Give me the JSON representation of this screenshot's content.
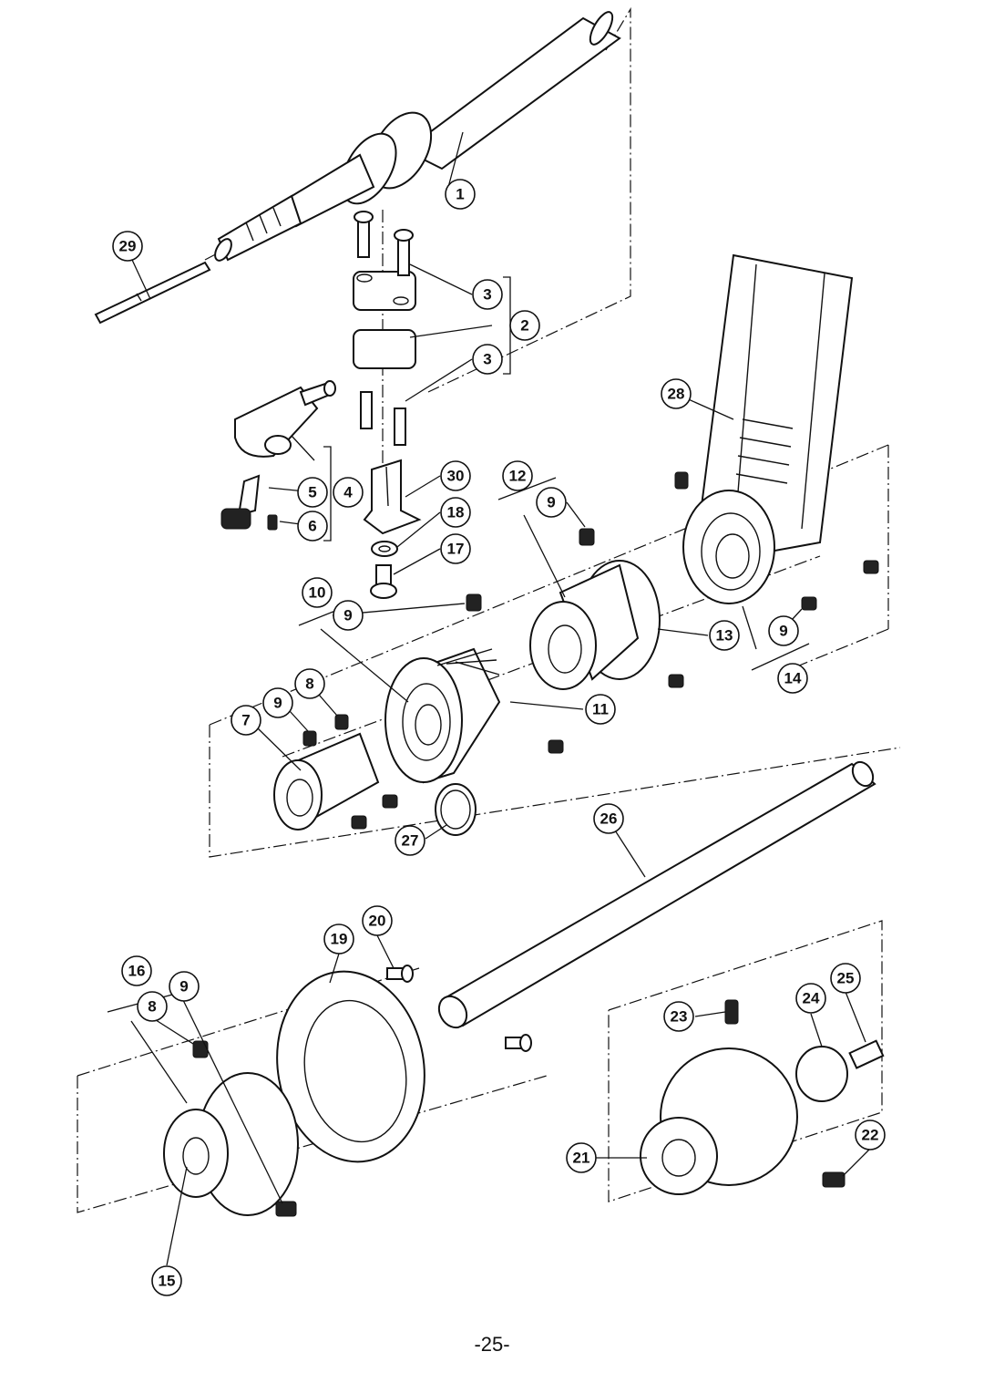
{
  "page_number": "-25-",
  "callouts": [
    {
      "id": "c1",
      "label": "1"
    },
    {
      "id": "c2",
      "label": "2"
    },
    {
      "id": "c3a",
      "label": "3"
    },
    {
      "id": "c3b",
      "label": "3"
    },
    {
      "id": "c4",
      "label": "4"
    },
    {
      "id": "c5",
      "label": "5"
    },
    {
      "id": "c6",
      "label": "6"
    },
    {
      "id": "c7",
      "label": "7"
    },
    {
      "id": "c8a",
      "label": "8"
    },
    {
      "id": "c8b",
      "label": "8"
    },
    {
      "id": "c9a",
      "label": "9"
    },
    {
      "id": "c9b",
      "label": "9"
    },
    {
      "id": "c9c",
      "label": "9"
    },
    {
      "id": "c9d",
      "label": "9"
    },
    {
      "id": "c9e",
      "label": "9"
    },
    {
      "id": "c10",
      "label": "10"
    },
    {
      "id": "c11",
      "label": "11"
    },
    {
      "id": "c12",
      "label": "12"
    },
    {
      "id": "c13",
      "label": "13"
    },
    {
      "id": "c14",
      "label": "14"
    },
    {
      "id": "c15",
      "label": "15"
    },
    {
      "id": "c16",
      "label": "16"
    },
    {
      "id": "c17",
      "label": "17"
    },
    {
      "id": "c18",
      "label": "18"
    },
    {
      "id": "c19",
      "label": "19"
    },
    {
      "id": "c20",
      "label": "20"
    },
    {
      "id": "c21",
      "label": "21"
    },
    {
      "id": "c22",
      "label": "22"
    },
    {
      "id": "c23",
      "label": "23"
    },
    {
      "id": "c24",
      "label": "24"
    },
    {
      "id": "c25",
      "label": "25"
    },
    {
      "id": "c26",
      "label": "26"
    },
    {
      "id": "c27",
      "label": "27"
    },
    {
      "id": "c28",
      "label": "28"
    },
    {
      "id": "c29",
      "label": "29"
    },
    {
      "id": "c30",
      "label": "30"
    }
  ]
}
